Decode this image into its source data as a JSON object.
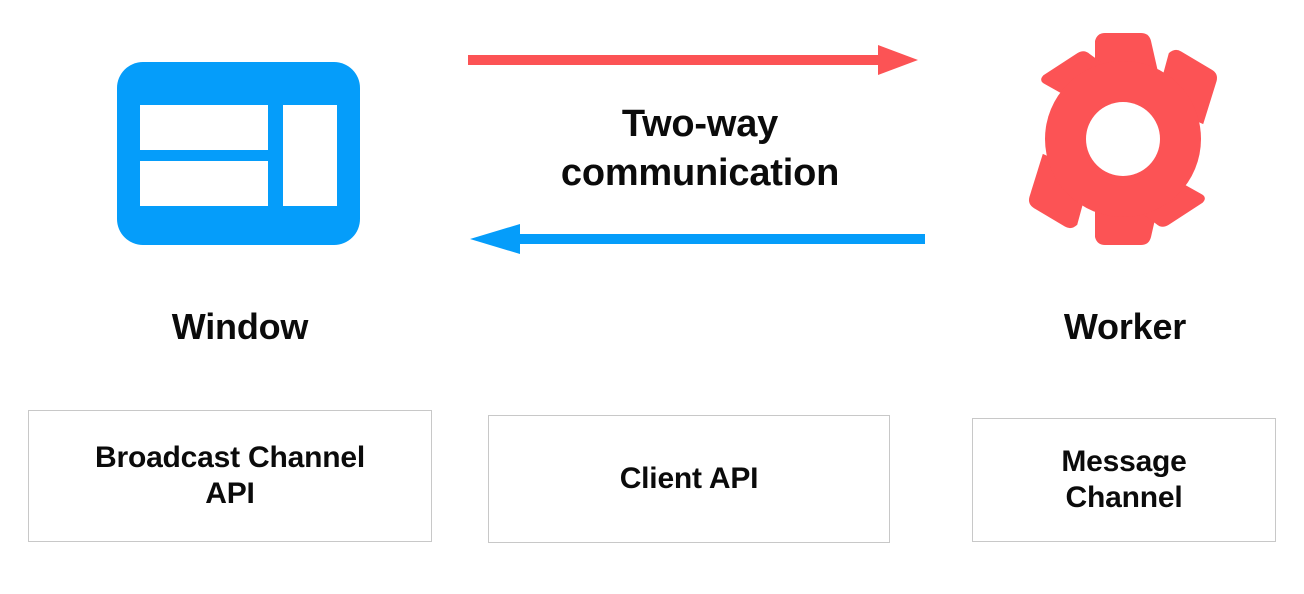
{
  "diagram": {
    "title_caption": "Two-way\ncommunication",
    "caption_line_1": "Two-way",
    "caption_line_2": "communication",
    "colors": {
      "window_blue": "#059dfa",
      "worker_red": "#fc5355",
      "text_black": "#0b0b0b",
      "box_border_gray": "#c8c8c8",
      "background": "#ffffff"
    },
    "nodes": [
      {
        "id": "window",
        "label": "Window",
        "icon": "browser-window-icon",
        "color": "#059dfa"
      },
      {
        "id": "worker",
        "label": "Worker",
        "icon": "gear-icon",
        "color": "#fc5355"
      }
    ],
    "arrows": [
      {
        "id": "window-to-worker",
        "direction": "right",
        "color": "#fc5355",
        "from": "window",
        "to": "worker"
      },
      {
        "id": "worker-to-window",
        "direction": "left",
        "color": "#059dfa",
        "from": "worker",
        "to": "window"
      }
    ],
    "api_boxes": [
      {
        "id": "broadcast-channel-api",
        "label": "Broadcast Channel\nAPI"
      },
      {
        "id": "client-api",
        "label": "Client API"
      },
      {
        "id": "message-channel",
        "label": "Message\nChannel"
      }
    ]
  }
}
